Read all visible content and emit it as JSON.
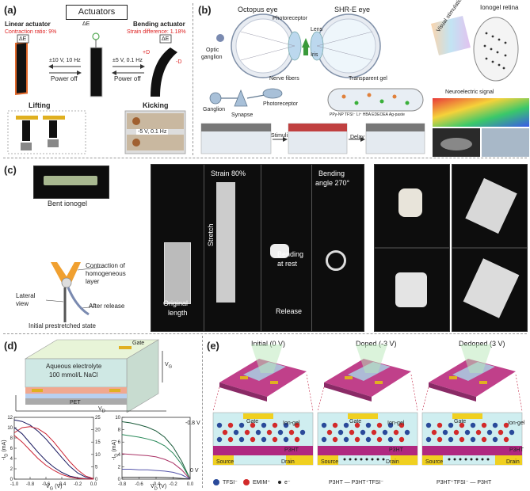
{
  "a": {
    "label": "(a)",
    "title": "Actuators",
    "linear_title": "Linear actuator",
    "linear_sub": "Contraction ratio: 9%",
    "bending_title": "Bending actuator",
    "bending_sub": "Strain difference: 1.18%",
    "arrow1_top": "±10 V, 10 Hz",
    "arrow1_bot": "Power off",
    "arrow2_top": "±5 V, 0.1 Hz",
    "arrow2_bot": "Power off",
    "lifting": "Lifting",
    "kicking": "Kicking",
    "kick_cond": "-5 V, 0.1 Hz",
    "dE": "ΔE",
    "plusD": "+D",
    "minusD": "-D"
  },
  "b": {
    "label": "(b)",
    "octopus": "Octopus eye",
    "shre": "SHR-E eye",
    "photoreceptor": "Photoreceptor",
    "lens": "Lens",
    "iris": "Iris",
    "optic": "Optic",
    "ganglion_word": "ganglion",
    "nerve": "Nerve fibers",
    "gel": "Transparent gel",
    "retina": "Ionogel retina",
    "visual": "Visual stimulation",
    "neuro": "Neuroelectric signal",
    "ganglion": "Ganglion",
    "photoreceptor2": "Photoreceptor",
    "synapse": "Synapse",
    "legend": "PPy-NP  TFSI⁻  Li⁺  HBA  EDEOEA  Ag-paste",
    "stimuli": "Stimuli",
    "delay": "Delay"
  },
  "c": {
    "label": "(c)",
    "bent": "Bent ionogel",
    "contraction": "Contraction of",
    "homog": "homogeneous",
    "layer": "layer",
    "lateral": "Lateral",
    "view": "view",
    "after": "After release",
    "initial": "Initial prestretched state",
    "strain": "Strain 80%",
    "stretch": "Stretch",
    "original": "Original",
    "length": "length",
    "bending_rest1": "Bending",
    "bending_rest2": "at rest",
    "release": "Release",
    "bending_angle1": "Bending",
    "bending_angle2": "angle 270°"
  },
  "d": {
    "label": "(d)",
    "gate": "Gate",
    "electrolyte1": "Aqueous electrolyte",
    "electrolyte2": "100 mmol/L NaCl",
    "pet": "PET",
    "vg": "V",
    "vd": "V",
    "vg_sub": "G",
    "vd_sub": "D",
    "left_ylabel": "-I",
    "left_ylabel_sub": "D",
    "left_yunit": " (mA)",
    "left_xlabel": "V",
    "left_xlabel_sub": "G",
    "left_xunit": " (V)",
    "right_ylabel": "-I",
    "right_ylabel_sub": "D",
    "right_yunit": " (mA)",
    "right_xlabel": "V",
    "right_xlabel_sub": "D",
    "right_xunit": " (V)",
    "curve_top_label": "-0.8 V",
    "curve_bot_label": "0 V"
  },
  "e": {
    "label": "(e)",
    "initial": "Initial (0 V)",
    "doped": "Doped (-3 V)",
    "dedoped": "Dedoped (3 V)",
    "gate": "Gate",
    "iongel": "Ion-gel",
    "p3ht": "P3HT",
    "source": "Source",
    "drain": "Drain",
    "tfsi": "TFSI⁻",
    "emim": "EMIM⁺",
    "electron": "e⁻",
    "rxn1": "P3HT — P3HT⁺TFSI⁻",
    "rxn2": "P3HT⁺TFSI⁻ — P3HT"
  },
  "chart_data": [
    {
      "type": "line",
      "title": "",
      "xlabel": "VG (V)",
      "ylabel": "-ID (mA)",
      "xlim": [
        -1.0,
        0.0
      ],
      "ylim": [
        0,
        12
      ],
      "y2lim": [
        0,
        25
      ],
      "xticks": [
        -1.0,
        -0.8,
        -0.6,
        -0.4,
        -0.2,
        0.0
      ],
      "yticks": [
        0,
        2,
        4,
        6,
        8,
        10,
        12
      ],
      "y2ticks": [
        0,
        5,
        10,
        15,
        20,
        25
      ],
      "series": [
        {
          "color": "#1a1a60",
          "x": [
            -1.0,
            -0.9,
            -0.8,
            -0.7,
            -0.6,
            -0.5,
            -0.4,
            -0.3,
            -0.2,
            -0.1,
            0.0
          ],
          "y": [
            11.5,
            11.2,
            10.5,
            9.3,
            7.8,
            6.0,
            4.2,
            2.5,
            1.2,
            0.4,
            0.05
          ]
        },
        {
          "color": "#cc2233",
          "x": [
            -1.0,
            -0.9,
            -0.8,
            -0.7,
            -0.6,
            -0.5,
            -0.4,
            -0.3,
            -0.2,
            -0.1,
            0.0
          ],
          "y": [
            9.0,
            10.0,
            10.2,
            9.8,
            8.8,
            7.2,
            5.3,
            3.4,
            1.8,
            0.6,
            0.1
          ]
        },
        {
          "color": "#1a1a60",
          "x": [
            -1.0,
            -0.9,
            -0.8,
            -0.7,
            -0.6,
            -0.5,
            -0.4,
            -0.3,
            -0.2,
            -0.1,
            0.0
          ],
          "y": [
            10.0,
            8.8,
            7.0,
            5.2,
            3.6,
            2.3,
            1.3,
            0.6,
            0.25,
            0.08,
            0.0
          ]
        },
        {
          "color": "#cc2233",
          "x": [
            -1.0,
            -0.9,
            -0.8,
            -0.7,
            -0.6,
            -0.5,
            -0.4,
            -0.3,
            -0.2,
            -0.1,
            0.0
          ],
          "y": [
            8.5,
            7.2,
            5.6,
            4.0,
            2.7,
            1.7,
            0.9,
            0.4,
            0.15,
            0.05,
            0.0
          ]
        }
      ]
    },
    {
      "type": "line",
      "title": "",
      "xlabel": "VD (V)",
      "ylabel": "-ID (mA)",
      "xlim": [
        -0.8,
        0.0
      ],
      "ylim": [
        0,
        10
      ],
      "xticks": [
        -0.8,
        -0.6,
        -0.4,
        -0.2,
        0.0
      ],
      "yticks": [
        0,
        2,
        4,
        6,
        8,
        10
      ],
      "series": [
        {
          "color": "#1a5a3a",
          "x": [
            -0.8,
            -0.7,
            -0.6,
            -0.5,
            -0.4,
            -0.3,
            -0.2,
            -0.1,
            0.0
          ],
          "y": [
            9.3,
            9.1,
            8.8,
            8.4,
            7.8,
            6.8,
            5.2,
            2.9,
            0.0
          ]
        },
        {
          "color": "#2a8a5a",
          "x": [
            -0.8,
            -0.7,
            -0.6,
            -0.5,
            -0.4,
            -0.3,
            -0.2,
            -0.1,
            0.0
          ],
          "y": [
            7.2,
            7.0,
            6.8,
            6.5,
            6.1,
            5.4,
            4.2,
            2.4,
            0.0
          ]
        },
        {
          "color": "#aa3366",
          "x": [
            -0.8,
            -0.7,
            -0.6,
            -0.5,
            -0.4,
            -0.3,
            -0.2,
            -0.1,
            0.0
          ],
          "y": [
            4.1,
            4.0,
            3.9,
            3.8,
            3.6,
            3.2,
            2.6,
            1.5,
            0.0
          ]
        },
        {
          "color": "#5555aa",
          "x": [
            -0.8,
            -0.7,
            -0.6,
            -0.5,
            -0.4,
            -0.3,
            -0.2,
            -0.1,
            0.0
          ],
          "y": [
            1.6,
            1.6,
            1.5,
            1.5,
            1.4,
            1.3,
            1.1,
            0.7,
            0.0
          ]
        },
        {
          "color": "#333333",
          "x": [
            -0.8,
            -0.7,
            -0.6,
            -0.5,
            -0.4,
            -0.3,
            -0.2,
            -0.1,
            0.0
          ],
          "y": [
            0.3,
            0.3,
            0.3,
            0.3,
            0.3,
            0.25,
            0.2,
            0.12,
            0.0
          ]
        }
      ]
    }
  ]
}
